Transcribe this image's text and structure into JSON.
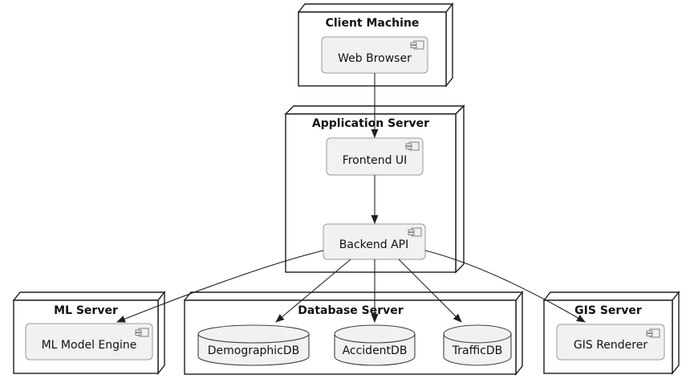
{
  "diagram_type": "deployment-diagram",
  "nodes": {
    "client_machine": {
      "title": "Client Machine",
      "components": {
        "web_browser": "Web Browser"
      }
    },
    "application_server": {
      "title": "Application Server",
      "components": {
        "frontend_ui": "Frontend UI",
        "backend_api": "Backend API"
      }
    },
    "ml_server": {
      "title": "ML Server",
      "components": {
        "ml_model_engine": "ML Model Engine"
      }
    },
    "database_server": {
      "title": "Database Server",
      "databases": {
        "demographic": "DemographicDB",
        "accident": "AccidentDB",
        "traffic": "TrafficDB"
      }
    },
    "gis_server": {
      "title": "GIS Server",
      "components": {
        "gis_renderer": "GIS Renderer"
      }
    }
  },
  "edges": [
    {
      "from": "Web Browser",
      "to": "Frontend UI"
    },
    {
      "from": "Frontend UI",
      "to": "Backend API"
    },
    {
      "from": "Backend API",
      "to": "ML Model Engine"
    },
    {
      "from": "Backend API",
      "to": "DemographicDB"
    },
    {
      "from": "Backend API",
      "to": "AccidentDB"
    },
    {
      "from": "Backend API",
      "to": "TrafficDB"
    },
    {
      "from": "Backend API",
      "to": "GIS Renderer"
    }
  ],
  "colors": {
    "background": "#ffffff",
    "node_fill": "#ffffff",
    "node_border": "#1c1c1c",
    "component_fill": "#f1f1f1",
    "component_border": "#9a9a9a",
    "database_fill": "#f1f1f1",
    "database_border": "#424242",
    "arrow": "#1f1f1f",
    "text": "#121212"
  }
}
